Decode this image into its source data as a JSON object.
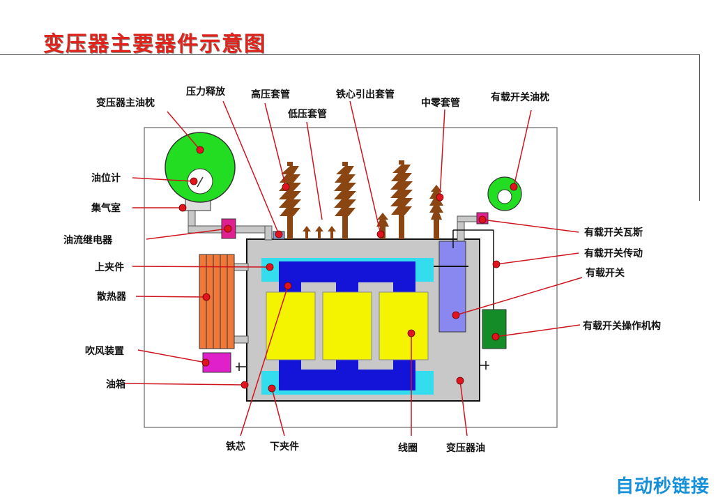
{
  "title": "变压器主要器件示意图",
  "watermark": "自动秒链接",
  "labels": {
    "main_conservator": "变压器主油枕",
    "pressure_relief": "压力释放",
    "hv_bushing": "高压套管",
    "lv_bushing": "低压套管",
    "core_bushing": "铁心引出套管",
    "neutral_bushing": "中零套管",
    "oltc_conservator": "有载开关油枕",
    "oil_gauge": "油位计",
    "gas_chamber": "集气室",
    "buchholz_relay": "油流继电器",
    "upper_clamp": "上夹件",
    "radiator": "散热器",
    "fan": "吹风装置",
    "tank": "油箱",
    "oltc_tile": "有载开关瓦斯",
    "oltc_drive": "有载开关传动",
    "oltc": "有载开关",
    "oltc_mechanism": "有载开关操作机构",
    "core": "铁芯",
    "lower_clamp": "下夹件",
    "winding": "线圈",
    "transformer_oil": "变压器油"
  },
  "colors": {
    "tank": "#c8c8c8",
    "conservator": "#22dd22",
    "core": "#1414d8",
    "clamp": "#33ddee",
    "winding": "#f4f400",
    "radiator": "#f07838",
    "fan": "#e020c8",
    "relay": "#e02090",
    "oltc": "#8888f0",
    "mechanism": "#148c28",
    "bushing": "#8b4513",
    "marker": "#e0141e",
    "leader": "#d0141e"
  }
}
